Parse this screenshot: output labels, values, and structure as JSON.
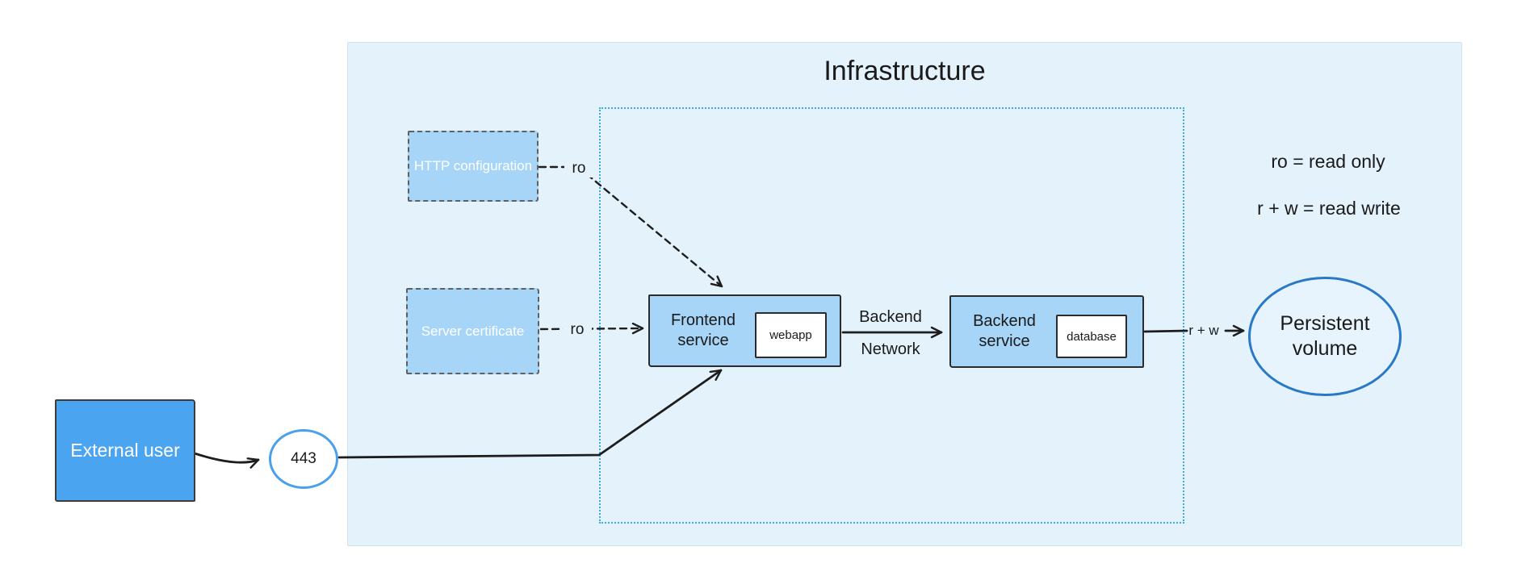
{
  "colors": {
    "canvas_bg": "#ffffff",
    "zone_bg": "#e4f2fc",
    "zone_border": "#cfe2f0",
    "cluster_border": "#3fa9e1",
    "node_fill": "#a7d5f7",
    "node_border": "#2b2b2b",
    "dashed_node_border": "#606060",
    "external_user_fill": "#4ba4f0",
    "circle_stroke": "#4aa0ea",
    "ellipse_stroke": "#2a79c6",
    "ellipse_fill": "#e8f4fd",
    "wire": "#1d1d1d",
    "text_dark": "#1a1a1a",
    "text_light": "#ffffff"
  },
  "diagram": {
    "title": "Infrastructure",
    "legend": [
      "ro = read only",
      "r + w = read write"
    ],
    "nodes": {
      "external_user": "External user",
      "port": "443",
      "http_configuration": "HTTP configuration",
      "server_certificate": "Server certificate",
      "frontend_service": "Frontend service",
      "webapp": "webapp",
      "backend_service": "Backend service",
      "database": "database",
      "persistent_volume": "Persistent volume"
    },
    "edge_labels": {
      "http_config_to_frontend": "ro",
      "server_cert_to_frontend": "ro",
      "backend_to_volume": "r + w",
      "frontend_to_backend_line1": "Backend",
      "frontend_to_backend_line2": "Network"
    }
  }
}
